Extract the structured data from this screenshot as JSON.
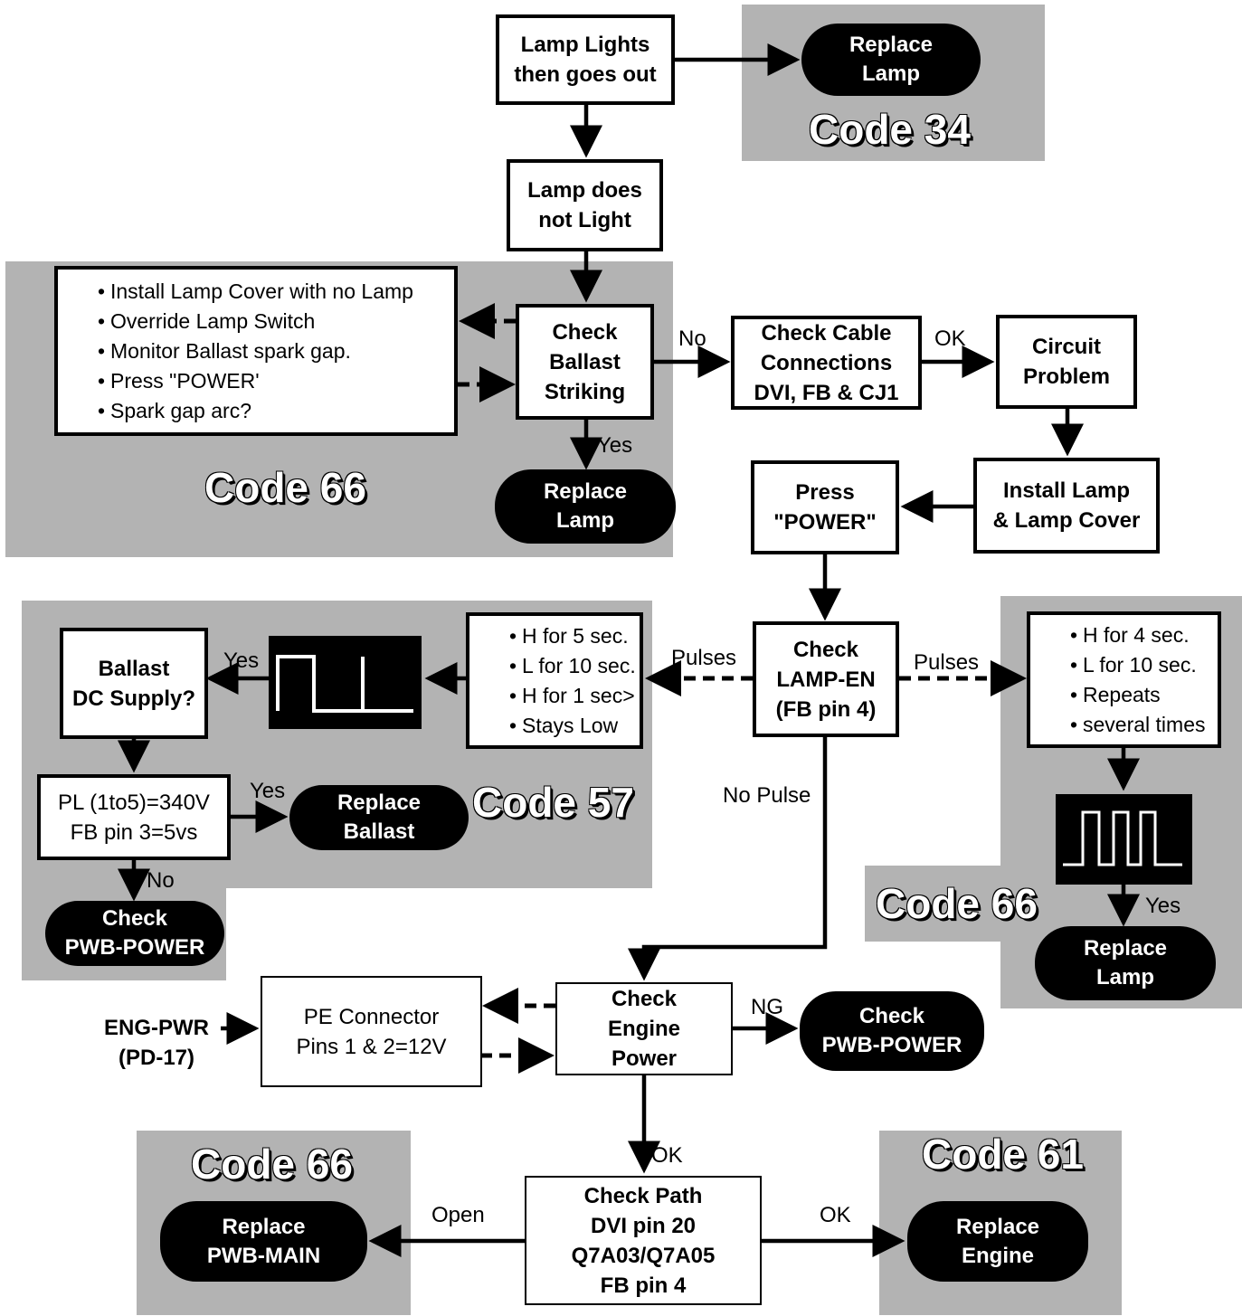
{
  "nodes": {
    "lamp_lights_out": [
      "Lamp Lights",
      "then goes out"
    ],
    "replace_lamp_top": [
      "Replace",
      "Lamp"
    ],
    "lamp_not_light": [
      "Lamp does",
      "not Light"
    ],
    "check_ballast": [
      "Check",
      "Ballast",
      "Striking"
    ],
    "check_cable": [
      "Check Cable",
      "Connections",
      "DVI, FB & CJ1"
    ],
    "circuit_problem": [
      "Circuit",
      "Problem"
    ],
    "replace_lamp_66": [
      "Replace",
      "Lamp"
    ],
    "install_lamp": [
      "Install Lamp",
      "& Lamp Cover"
    ],
    "press_power": [
      "Press",
      "\"POWER\""
    ],
    "check_lamp_en": [
      "Check",
      "LAMP-EN",
      "(FB pin 4)"
    ],
    "ballast_dc": [
      "Ballast",
      "DC Supply?"
    ],
    "pl_check": [
      "PL (1to5)=340V",
      "FB pin 3=5vs"
    ],
    "replace_ballast": [
      "Replace",
      "Ballast"
    ],
    "check_pwb_power_left": [
      "Check",
      "PWB-POWER"
    ],
    "replace_lamp_right": [
      "Replace",
      "Lamp"
    ],
    "pe_connector": [
      "PE Connector",
      "Pins 1 & 2=12V"
    ],
    "check_engine_power": [
      "Check",
      "Engine",
      "Power"
    ],
    "check_pwb_power_mid": [
      "Check",
      "PWB-POWER"
    ],
    "check_path": [
      "Check Path",
      "DVI pin 20",
      "Q7A03/Q7A05",
      "FB pin 4"
    ],
    "replace_pwb_main": [
      "Replace",
      "PWB-MAIN"
    ],
    "replace_engine": [
      "Replace",
      "Engine"
    ]
  },
  "lists": {
    "lamp_test": [
      "Install Lamp Cover with no Lamp",
      "Override Lamp Switch",
      "Monitor Ballast spark gap.",
      "Press \"POWER'",
      "Spark gap arc?"
    ],
    "pulses_left": [
      "H for 5 sec.",
      "L for 10 sec.",
      "H for 1 sec>",
      "Stays Low"
    ],
    "pulses_right": [
      "H for 4 sec.",
      "L for 10 sec.",
      "Repeats",
      "several times"
    ]
  },
  "codes": {
    "top": "Code 34",
    "mid_left": "Code 66",
    "left": "Code 57",
    "right": "Code 66",
    "bottom_left": "Code 66",
    "bottom_right": "Code 61"
  },
  "edge_labels": {
    "no_ballast": "No",
    "ok_cable": "OK",
    "yes_ballast": "Yes",
    "pulses_left": "Pulses",
    "pulses_right": "Pulses",
    "yes_scope_left": "Yes",
    "yes_pl": "Yes",
    "no_pl": "No",
    "no_pulse": "No Pulse",
    "yes_scope_right": "Yes",
    "ng_engine": "NG",
    "ok_engine": "OK",
    "open_path": "Open",
    "ok_path": "OK"
  },
  "external": {
    "eng_pwr": "ENG-PWR",
    "pd17": "(PD-17)"
  }
}
